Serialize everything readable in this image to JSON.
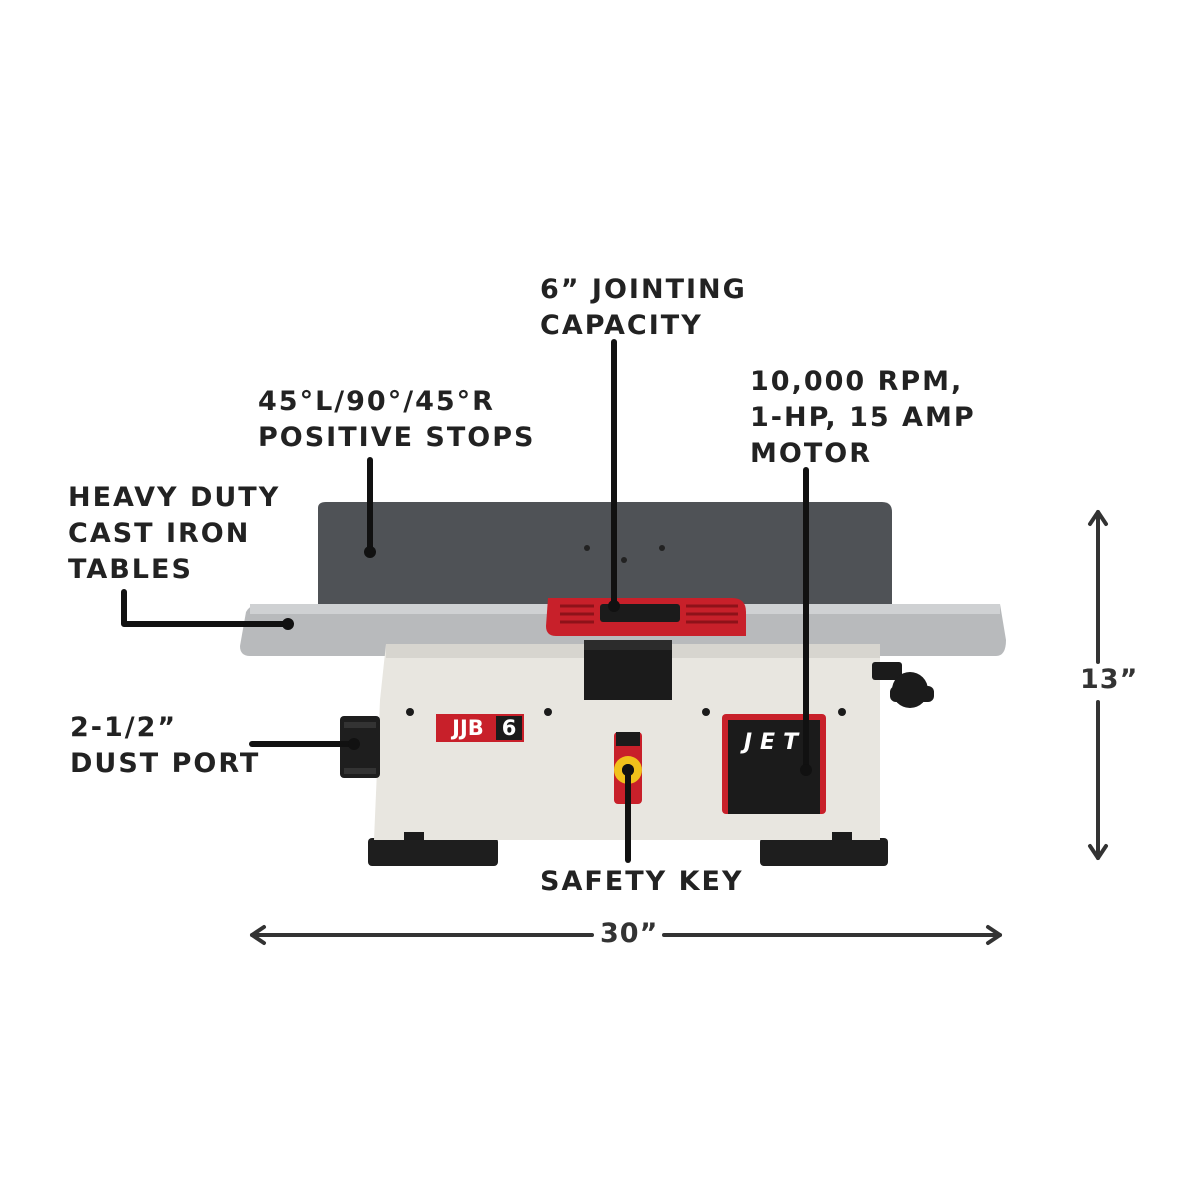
{
  "callouts": {
    "tables": [
      "HEAVY DUTY",
      "CAST IRON",
      "TABLES"
    ],
    "stops": [
      "45°L/90°/45°R",
      "POSITIVE STOPS"
    ],
    "capacity": [
      "6” JOINTING",
      "CAPACITY"
    ],
    "motor": [
      "10,000 RPM,",
      "1-HP, 15 AMP",
      "MOTOR"
    ],
    "dust_port": [
      "2-1/2”",
      "DUST PORT"
    ],
    "safety_key": "SAFETY KEY"
  },
  "dimensions": {
    "width": "30”",
    "height": "13”"
  },
  "machine": {
    "model_prefix": "JJB",
    "model_number": "6",
    "brand": "JET"
  },
  "colors": {
    "text": "#222222",
    "fence": "#4f5256",
    "table": "#b9bbbd",
    "body": "#e7e5df",
    "accent_red": "#c8202a",
    "black": "#1b1b1b"
  }
}
